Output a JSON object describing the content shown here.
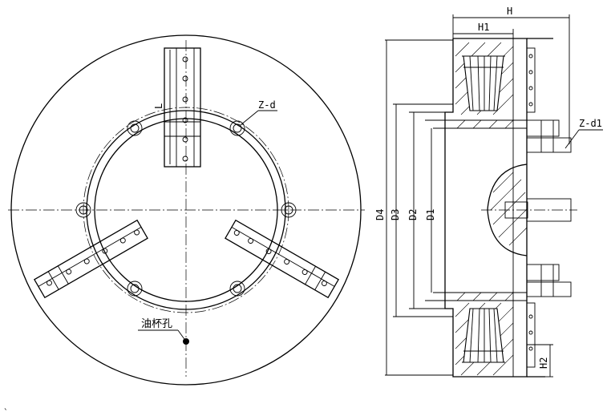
{
  "front_view": {
    "labels": {
      "slot_length": "L",
      "bolt_holes": "Z-d",
      "oil_cup_hole": "油杯孔"
    }
  },
  "side_view": {
    "labels": {
      "overall_height": "H",
      "jaw_height": "H1",
      "base_height": "H2",
      "mount_holes": "Z-d1",
      "d4": "D4",
      "d3": "D3",
      "d2": "D2",
      "d1": "D1"
    }
  },
  "stray_mark": "`"
}
